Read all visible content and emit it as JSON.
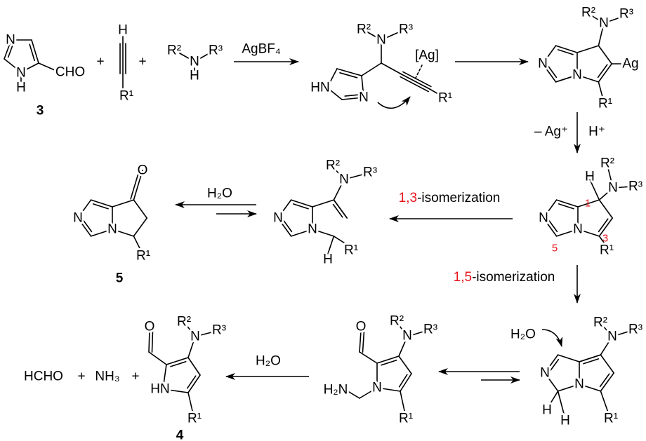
{
  "colors": {
    "accent_red": "#e8141b",
    "ink": "#000000"
  },
  "row1": {
    "compound3": {
      "n3": "N",
      "n1": "N",
      "h": "H",
      "cho": "CHO",
      "label": "3"
    },
    "plus1": "+",
    "alkyne": {
      "h": "H",
      "r1": "R¹"
    },
    "plus2": "+",
    "amine": {
      "r2": "R²",
      "n": "N",
      "h": "H",
      "r3": "R³"
    },
    "reagent": "AgBF₄",
    "intermediate": {
      "r2": "R²",
      "n_amine": "N",
      "r3": "R³",
      "hn": "HN",
      "n3": "N",
      "ag": "[Ag]",
      "r1": "R¹"
    },
    "cyclized": {
      "r2": "R²",
      "n_amine": "N",
      "r3": "R³",
      "n_left": "N",
      "n_bridge": "N",
      "ag": "Ag",
      "r1": "R¹"
    },
    "step_left": "– Ag⁺",
    "step_right": "H⁺"
  },
  "row2": {
    "right": {
      "h": "H",
      "r2": "R²",
      "n_amine": "N",
      "r3": "R³",
      "n_left": "N",
      "n_bridge": "N",
      "r1": "R¹",
      "pos1": "1",
      "pos3": "3",
      "pos5": "5"
    },
    "isomerization_13": {
      "red": "1,3",
      "rest": "-isomerization"
    },
    "middle": {
      "r2": "R²",
      "n_amine": "N",
      "r3": "R³",
      "n_left": "N",
      "n_bridge": "N",
      "h": "H",
      "r1": "R¹"
    },
    "water": "H₂O",
    "compound5": {
      "o": "O",
      "n_left": "N",
      "n_bridge": "N",
      "r1": "R¹",
      "label": "5"
    },
    "isomerization_15": {
      "red": "1,5",
      "rest": "-isomerization"
    }
  },
  "row3": {
    "right": {
      "water": "H₂O",
      "r2": "R²",
      "n_amine": "N",
      "r3": "R³",
      "n_left": "N",
      "n_bridge": "N",
      "h1": "H",
      "h2": "H",
      "r1": "R¹"
    },
    "middle": {
      "o": "O",
      "r2": "R²",
      "n_amine": "N",
      "r3": "R³",
      "h2n": "H₂N",
      "n_ring": "N",
      "r1": "R¹"
    },
    "water": "H₂O",
    "byproducts": {
      "hcho": "HCHO",
      "plus1": "+",
      "nh3": "NH₃",
      "plus2": "+"
    },
    "compound4": {
      "o": "O",
      "r2": "R²",
      "n_amine": "N",
      "r3": "R³",
      "hn": "HN",
      "r1": "R¹",
      "label": "4"
    }
  }
}
